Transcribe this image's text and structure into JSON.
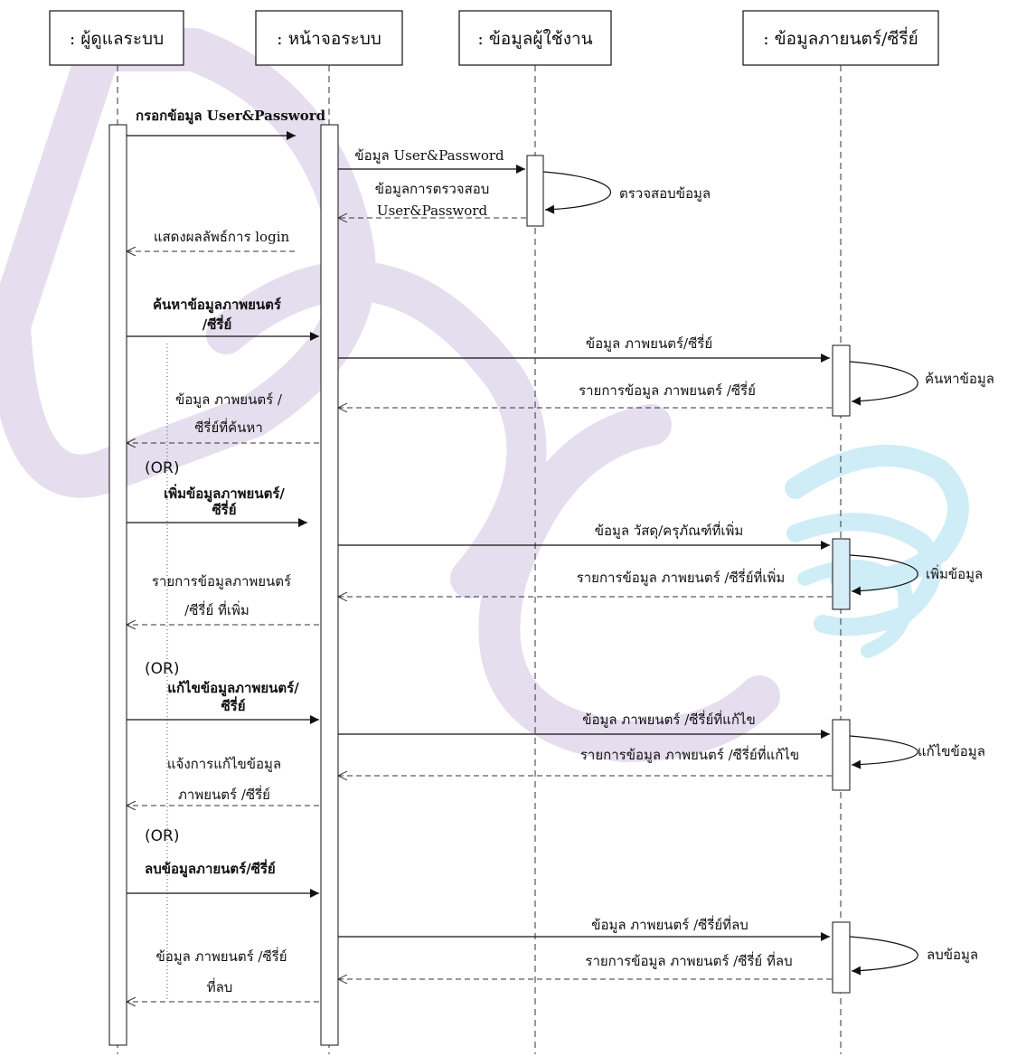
{
  "lifelines": [
    {
      "id": "admin",
      "label": ": ผู้ดูแลระบบ"
    },
    {
      "id": "screen",
      "label": ": หน้าจอระบบ"
    },
    {
      "id": "user",
      "label": ": ข้อมูลผู้ใช้งาน"
    },
    {
      "id": "movie",
      "label": ": ข้อมูลภายนตร์/ซีรี่ย์"
    }
  ],
  "messages": {
    "login_input": "กรอกข้อมูล User&Password",
    "login_send": "ข้อมูล User&Password",
    "login_check_1": "ข้อมูลการตรวจสอบ",
    "login_check_2": "User&Password",
    "login_self": "ตรวจสอบข้อมูล",
    "login_result": "แสดงผลลัพธ์การ login",
    "search_input_1": "ค้นหาข้อมูลภาพยนตร์",
    "search_input_2": "/ซีรี่ย์",
    "search_send": "ข้อมูล ภาพยนตร์/ซีรี่ย์",
    "search_list": "รายการข้อมูล ภาพยนตร์ /ซีรี่ย์",
    "search_self": "ค้นหาข้อมูล",
    "search_return_1": "ข้อมูล ภาพยนตร์ /",
    "search_return_2": "ซีรี่ย์ที่ค้นหา",
    "or_1": "(OR)",
    "add_input_1": "เพิ่มข้อมูลภาพยนตร์/",
    "add_input_2": "ซีรี่ย์",
    "add_send": "ข้อมูล วัสดุ/ครุภัณฑ์ที่เพิ่ม",
    "add_list": "รายการข้อมูล ภาพยนตร์ /ซีรี่ย์ที่เพิ่ม",
    "add_self": "เพิ่มข้อมูล",
    "add_return_1": "รายการข้อมูลภาพยนตร์",
    "add_return_2": "/ซีรี่ย์ ที่เพิ่ม",
    "or_2": "(OR)",
    "edit_input_1": "แก้ไขข้อมูลภาพยนตร์/",
    "edit_input_2": "ซีรี่ย์",
    "edit_send": "ข้อมูล ภาพยนตร์ /ซีรี่ย์ที่แก้ไข",
    "edit_list": "รายการข้อมูล ภาพยนตร์ /ซีรี่ย์ที่แก้ไข",
    "edit_self": "แก้ไขข้อมูล",
    "edit_return_1": "แจ้งการแก้ไขข้อมูล",
    "edit_return_2": "ภาพยนตร์ /ซีรี่ย์",
    "or_3": "(OR)",
    "delete_input": "ลบข้อมูลภายนตร์/ซีรี่ย์",
    "delete_send": "ข้อมูล ภาพยนตร์ /ซีรี่ย์ที่ลบ",
    "delete_list": "รายการข้อมูล ภาพยนตร์ /ซีรี่ย์ ที่ลบ",
    "delete_self": "ลบข้อมูล",
    "delete_return_1": "ข้อมูล ภาพยนตร์ /ซีรี่ย์",
    "delete_return_2": "ที่ลบ"
  },
  "colors": {
    "line": "#222222",
    "watermark_purple": "#ddd3ea",
    "watermark_cyan": "#bfe8f3",
    "activation_highlight": "#d6ecf7"
  }
}
